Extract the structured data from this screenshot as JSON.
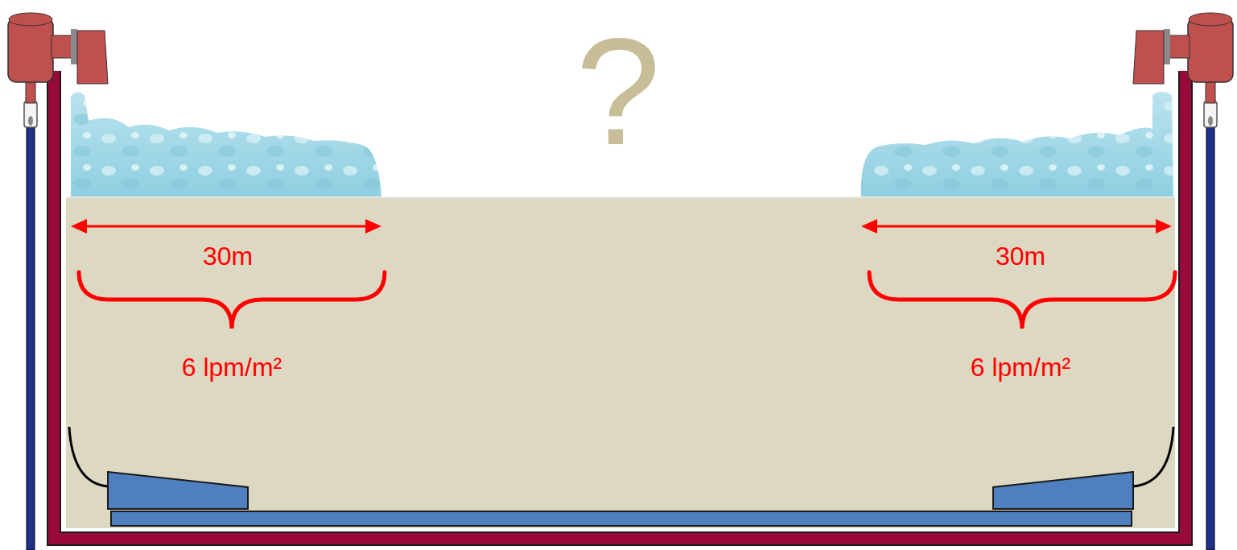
{
  "diagram": {
    "labels": [
      "?",
      "30m",
      "30m",
      "6 lpm/m²",
      "6 lpm/m²"
    ]
  }
}
